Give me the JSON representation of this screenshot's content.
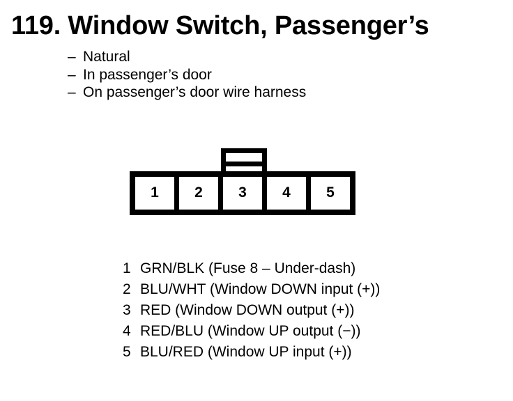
{
  "page": {
    "number": "119.",
    "title": "119. Window Switch, Passenger’s",
    "background_color": "#ffffff",
    "ink_color": "#000000"
  },
  "description": {
    "bullet_glyph": "–",
    "items": [
      "Natural",
      "In passenger’s door",
      "On passenger’s door wire harness"
    ]
  },
  "connector": {
    "type": "5-pin inline connector with top locking tab",
    "tab_rib_count": 2,
    "pins": [
      {
        "number": "1"
      },
      {
        "number": "2"
      },
      {
        "number": "3"
      },
      {
        "number": "4"
      },
      {
        "number": "5"
      }
    ]
  },
  "legend": {
    "rows": [
      {
        "pin": "1",
        "text": "GRN/BLK (Fuse 8 – Under-dash)"
      },
      {
        "pin": "2",
        "text": "BLU/WHT (Window DOWN input (+))"
      },
      {
        "pin": "3",
        "text": "RED (Window DOWN output (+))"
      },
      {
        "pin": "4",
        "text": "RED/BLU (Window UP output (−))"
      },
      {
        "pin": "5",
        "text": "BLU/RED (Window UP input (+))"
      }
    ]
  }
}
